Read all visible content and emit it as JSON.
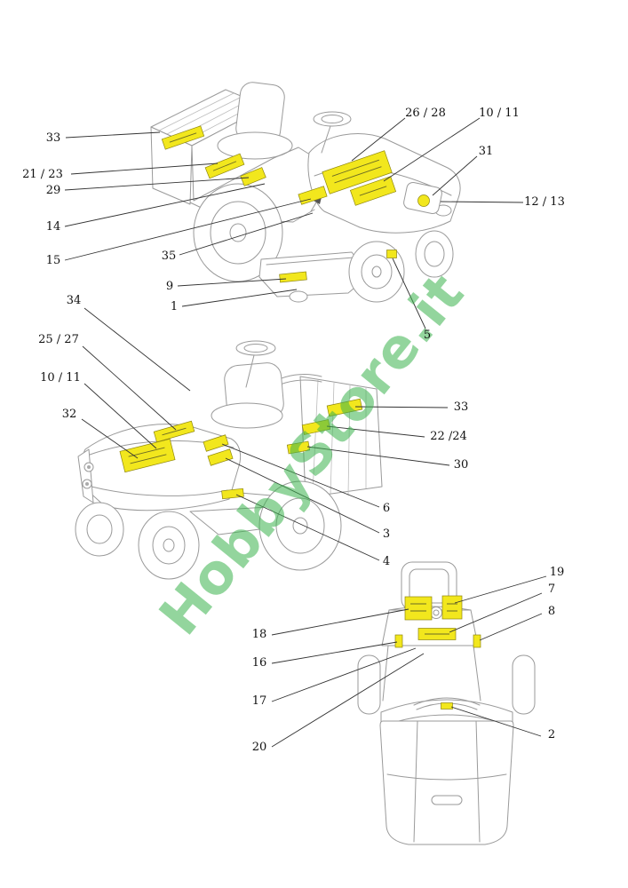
{
  "watermark": {
    "text": "HobbyStore.it",
    "color": "#3BB24D"
  },
  "diagram": {
    "decal_color": "#F2E71D",
    "views": {
      "top": {
        "name": "tractor-rear-right-view",
        "callouts": [
          {
            "label": "33"
          },
          {
            "label": "21 / 23"
          },
          {
            "label": "29"
          },
          {
            "label": "14"
          },
          {
            "label": "15"
          },
          {
            "label": "35"
          },
          {
            "label": "9"
          },
          {
            "label": "1"
          },
          {
            "label": "26 / 28"
          },
          {
            "label": "10 / 11"
          },
          {
            "label": "31"
          },
          {
            "label": "12 / 13"
          },
          {
            "label": "5"
          }
        ]
      },
      "middle": {
        "name": "tractor-front-left-view",
        "callouts": [
          {
            "label": "34"
          },
          {
            "label": "25 / 27"
          },
          {
            "label": "10 / 11"
          },
          {
            "label": "32"
          },
          {
            "label": "33"
          },
          {
            "label": "22 /24"
          },
          {
            "label": "30"
          },
          {
            "label": "6"
          },
          {
            "label": "3"
          },
          {
            "label": "4"
          }
        ]
      },
      "bottom": {
        "name": "tractor-rear-grass-catcher-view",
        "callouts": [
          {
            "label": "19"
          },
          {
            "label": "7"
          },
          {
            "label": "8"
          },
          {
            "label": "18"
          },
          {
            "label": "16"
          },
          {
            "label": "17"
          },
          {
            "label": "20"
          },
          {
            "label": "2"
          }
        ]
      }
    }
  }
}
